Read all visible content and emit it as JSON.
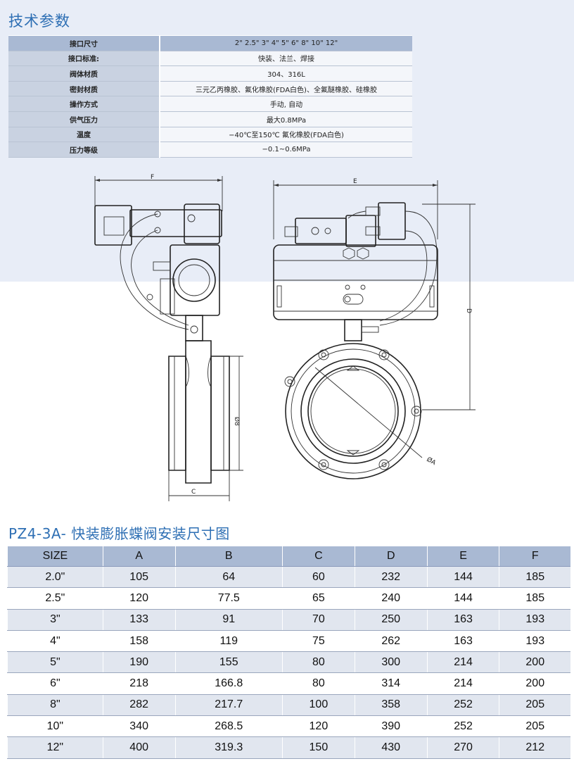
{
  "spec_section": {
    "title": "技术参数",
    "rows": [
      {
        "key": "接口尺寸",
        "value": "2\"   2.5\"   3\"   4\"   5\"   6\"   8\"   10\"   12\""
      },
      {
        "key": "接口标准:",
        "value": "快装、法兰、焊接"
      },
      {
        "key": "阀体材质",
        "value": "304、316L"
      },
      {
        "key": "密封材质",
        "value": "三元乙丙橡胶、氟化橡胶(FDA白色)、全氟醚橡胶、硅橡胶"
      },
      {
        "key": "操作方式",
        "value": "手动, 自动"
      },
      {
        "key": "供气压力",
        "value": "最大0.8MPa"
      },
      {
        "key": "温度",
        "value": "−40℃至150℃ 氟化橡胶(FDA白色)"
      },
      {
        "key": "压力等级",
        "value": "−0.1~0.6MPa"
      }
    ]
  },
  "drawing": {
    "labels": {
      "F": "F",
      "E": "E",
      "D": "D",
      "B": "Ø8",
      "C": "C",
      "A": "ØA"
    }
  },
  "dims_section": {
    "title": "PZ4-3A- 快装膨胀蝶阀安装尺寸图",
    "headers": [
      "SIZE",
      "A",
      "B",
      "C",
      "D",
      "E",
      "F"
    ],
    "rows": [
      [
        "2.0\"",
        "105",
        "64",
        "60",
        "232",
        "144",
        "185"
      ],
      [
        "2.5\"",
        "120",
        "77.5",
        "65",
        "240",
        "144",
        "185"
      ],
      [
        "3\"",
        "133",
        "91",
        "70",
        "250",
        "163",
        "193"
      ],
      [
        "4\"",
        "158",
        "119",
        "75",
        "262",
        "163",
        "193"
      ],
      [
        "5\"",
        "190",
        "155",
        "80",
        "300",
        "214",
        "200"
      ],
      [
        "6\"",
        "218",
        "166.8",
        "80",
        "314",
        "214",
        "200"
      ],
      [
        "8\"",
        "282",
        "217.7",
        "100",
        "358",
        "252",
        "205"
      ],
      [
        "10\"",
        "340",
        "268.5",
        "120",
        "390",
        "252",
        "205"
      ],
      [
        "12\"",
        "400",
        "319.3",
        "150",
        "430",
        "270",
        "212"
      ]
    ]
  },
  "colors": {
    "title": "#2e6fb4",
    "header": "#a9b9d3",
    "band": "#e8edf7"
  }
}
